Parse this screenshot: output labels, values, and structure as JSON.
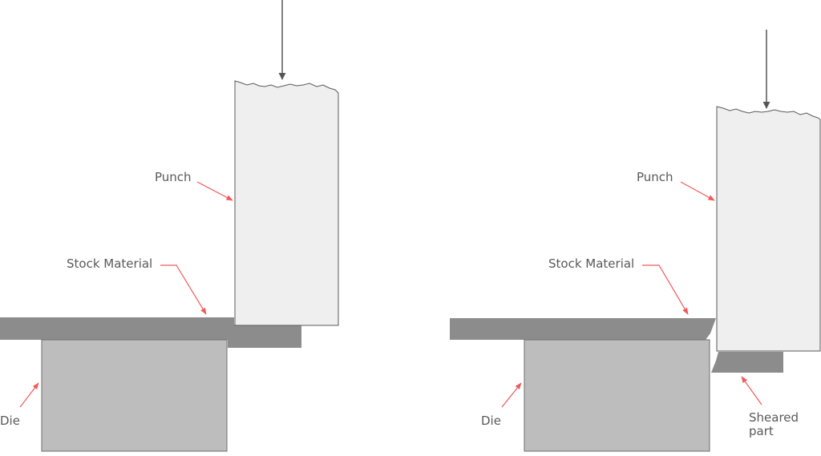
{
  "colors": {
    "punch_fill": "#efefef",
    "punch_stroke": "#5a5a5a",
    "stock": "#8c8c8c",
    "die_fill": "#bdbdbd",
    "die_stroke": "#6e6e6e",
    "label_text": "#595959",
    "leader": "#f15a5a",
    "force_arrow": "#555555"
  },
  "panels": [
    {
      "stage": "before shearing",
      "labels": {
        "punch": "Punch",
        "stock": "Stock Material",
        "die": "Die"
      }
    },
    {
      "stage": "after shearing",
      "labels": {
        "punch": "Punch",
        "stock": "Stock Material",
        "die": "Die",
        "sheared_line1": "Sheared",
        "sheared_line2": "part"
      }
    }
  ]
}
